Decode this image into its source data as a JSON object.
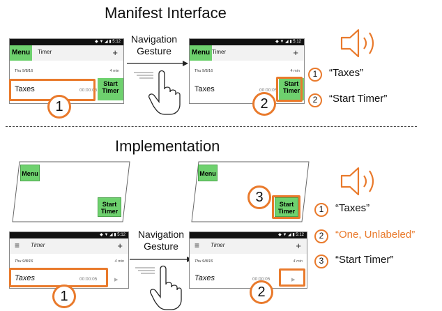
{
  "sections": {
    "top_title": "Manifest Interface",
    "bottom_title": "Implementation"
  },
  "phone": {
    "menu_label": "Menu",
    "timer_label": "Timer",
    "plus": "+",
    "date": "Thu 9/8/16",
    "duration": "4 min",
    "task": "Taxes",
    "elapsed": "00:00:05",
    "start_line1": "Start",
    "start_line2": "Timer",
    "status": "◆ ▼ ◢ ▮ 5:12",
    "hamburger": "≡",
    "play": "▶"
  },
  "gesture": {
    "line1": "Navigation",
    "line2": "Gesture"
  },
  "markers": {
    "one": "1",
    "two": "2",
    "three": "3"
  },
  "legend_top": [
    {
      "num": "1",
      "text": "“Taxes”"
    },
    {
      "num": "2",
      "text": "“Start Timer”"
    }
  ],
  "legend_bottom": [
    {
      "num": "1",
      "text": "“Taxes”"
    },
    {
      "num": "2",
      "text": "“One, Unlabeled”"
    },
    {
      "num": "3",
      "text": "“Start Timer”"
    }
  ],
  "colors": {
    "accent": "#e97a2c",
    "green": "#6ed16e"
  },
  "icons": [
    "speaker-icon",
    "hand-gesture-icon",
    "arrow-right-icon",
    "hamburger-icon",
    "play-icon"
  ]
}
